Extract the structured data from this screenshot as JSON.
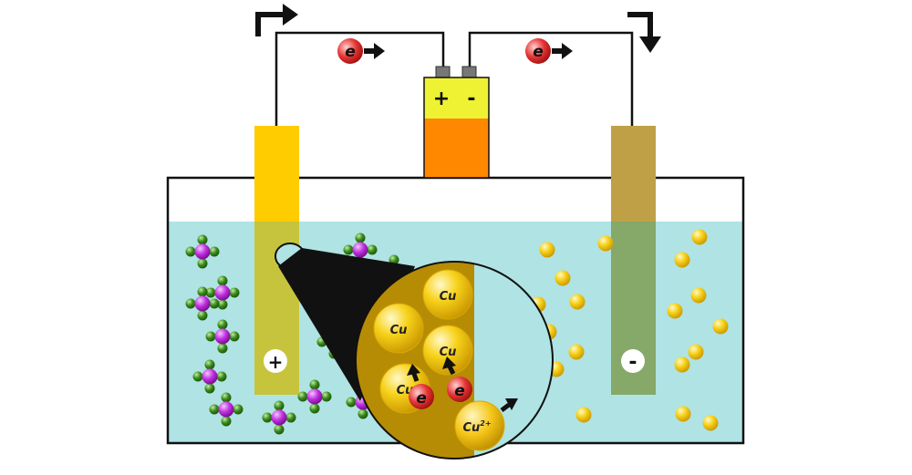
{
  "labels": {
    "battery_positive": "+",
    "battery_negative": "-",
    "anode": "+",
    "cathode": "-",
    "electron_left": "e",
    "electron_right": "e",
    "electron_inset_1": "e",
    "electron_inset_2": "e",
    "atom_1": "Cu",
    "atom_2": "Cu",
    "atom_3": "Cu",
    "atom_4": "Cu",
    "ion_base": "Cu",
    "ion_charge": "2+"
  },
  "colors": {
    "solution": "#b0e3e3",
    "anode": "#ffcc00",
    "cathode": "#bfa046",
    "battery_top": "#eef233",
    "battery_bottom": "#ff8800",
    "copper_metal": "#b78c05",
    "cu_atom": "#f2c20e",
    "electron": "#e53535",
    "sulfur_atom": "#cc33ee",
    "oxygen_atom": "#3a8a1c"
  }
}
